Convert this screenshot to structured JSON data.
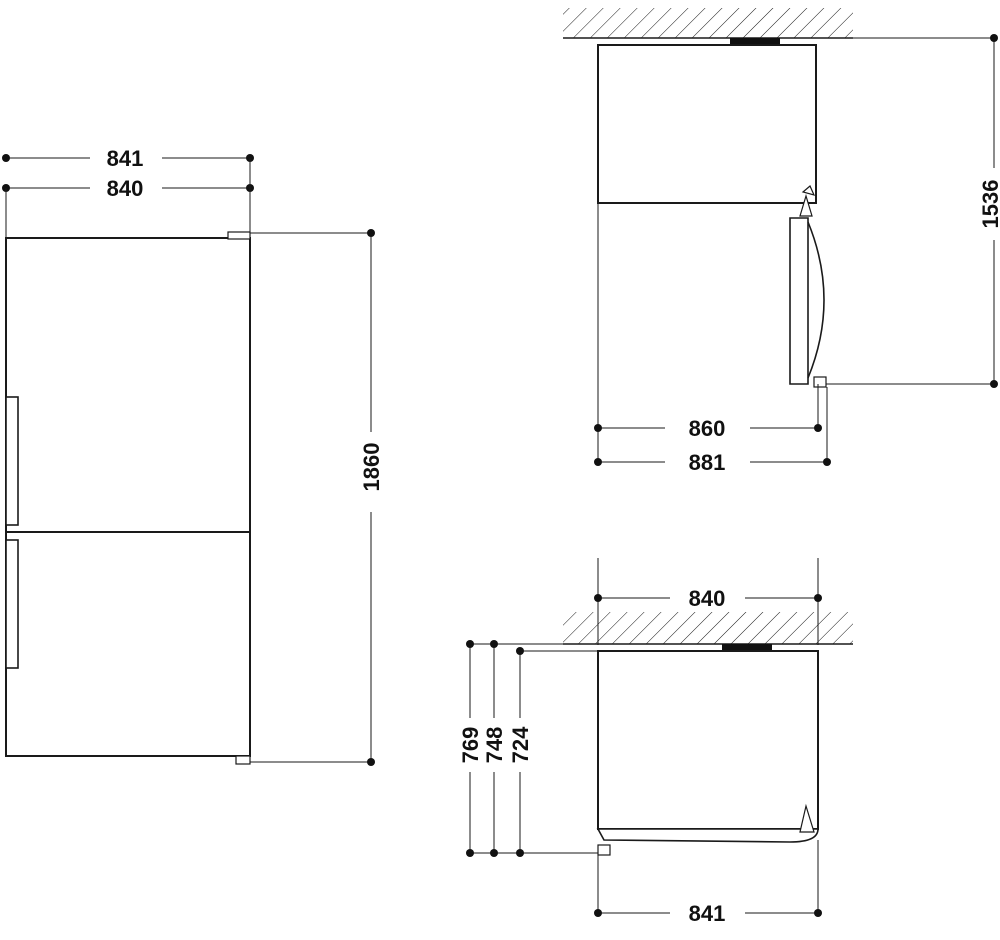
{
  "front_view": {
    "width_outer": "841",
    "width_body": "840",
    "height": "1860"
  },
  "top_view_open": {
    "depth_total": "1536",
    "width_inner": "860",
    "width_outer": "881"
  },
  "top_view_closed": {
    "width_top": "840",
    "width_bottom": "841",
    "depth_769": "769",
    "depth_748": "748",
    "depth_724": "724"
  }
}
